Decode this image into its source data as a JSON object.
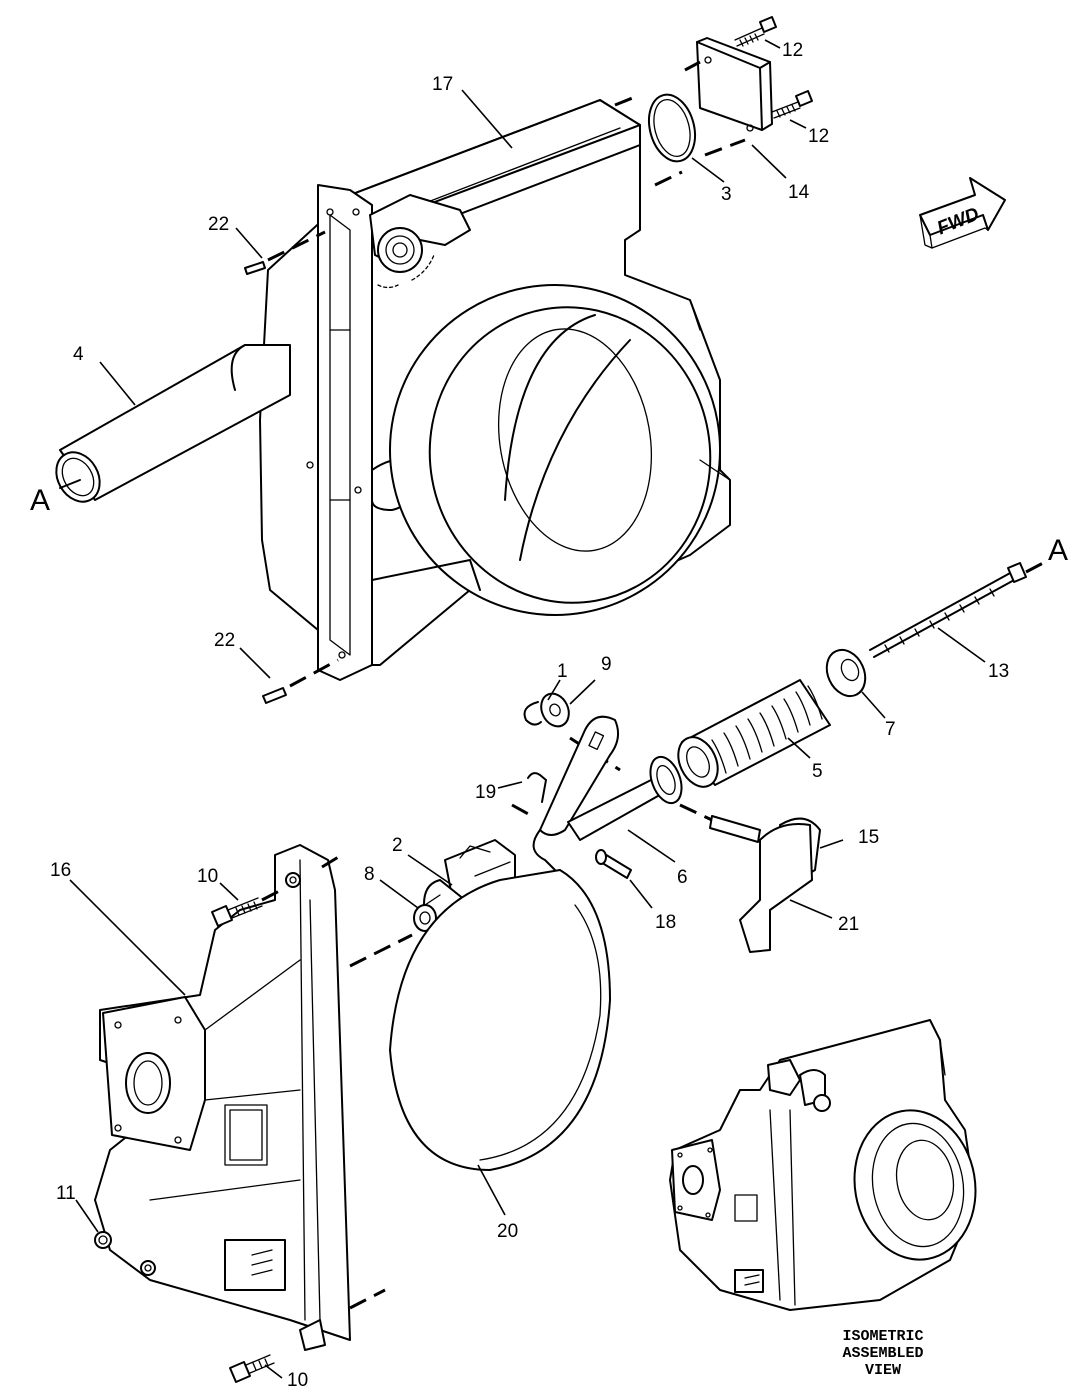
{
  "callouts": {
    "c1": "1",
    "c2": "2",
    "c3": "3",
    "c4": "4",
    "c5": "5",
    "c6": "6",
    "c7": "7",
    "c8": "8",
    "c9": "9",
    "c10a": "10",
    "c10b": "10",
    "c11": "11",
    "c12a": "12",
    "c12b": "12",
    "c13": "13",
    "c14": "14",
    "c15": "15",
    "c16": "16",
    "c17": "17",
    "c18": "18",
    "c19": "19",
    "c20": "20",
    "c21": "21",
    "c22a": "22",
    "c22b": "22"
  },
  "section_marks": {
    "left": "A",
    "right": "A"
  },
  "fwd_arrow": {
    "label": "FWD"
  },
  "assembled_caption": {
    "line1": "ISOMETRIC",
    "line2": "ASSEMBLED",
    "line3": "VIEW"
  }
}
